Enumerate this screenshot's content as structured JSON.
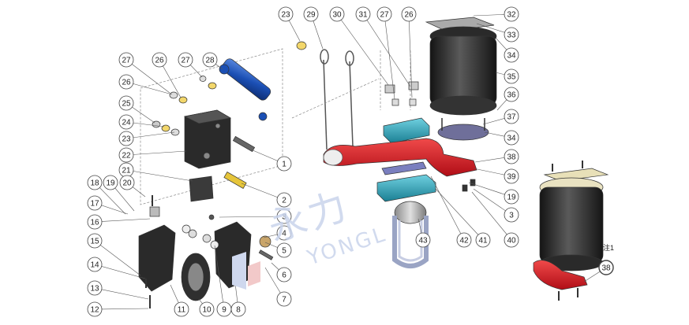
{
  "watermark": {
    "chinese": "永力",
    "english": "YONGL"
  },
  "note_label": "注1",
  "callouts": {
    "left": [
      "27",
      "26",
      "27",
      "28",
      "26",
      "25",
      "24",
      "23",
      "22",
      "21",
      "18",
      "19",
      "20",
      "17",
      "16",
      "15",
      "14",
      "13",
      "12",
      "1",
      "2",
      "3",
      "4",
      "5",
      "6",
      "7",
      "8",
      "9",
      "10",
      "11"
    ],
    "middle": [
      "23",
      "29",
      "30",
      "31",
      "27",
      "26",
      "32",
      "33",
      "34",
      "35",
      "36",
      "37",
      "34",
      "38",
      "39",
      "19",
      "3",
      "40",
      "41",
      "42",
      "43"
    ],
    "right": [
      "38"
    ]
  },
  "colors": {
    "line": "#333333",
    "shock_absorber": "#1b4fb4",
    "arm_red": "#d4121b",
    "clamp_teal": "#2a9bb0",
    "bracket_dark": "#2a2a2a",
    "air_bag": "#1f1f1f",
    "plate": "#7a7fbf",
    "watermark": "#c9d4ec"
  }
}
